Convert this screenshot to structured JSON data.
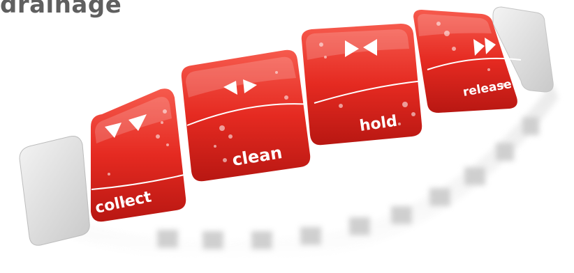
{
  "heading": "drainage",
  "tiles": [
    {
      "label": "collect",
      "icon": "double-down-arrow-icon"
    },
    {
      "label": "clean",
      "icon": "outward-arrows-icon"
    },
    {
      "label": "hold",
      "icon": "inward-arrows-icon"
    },
    {
      "label": "release",
      "icon": "fast-forward-icon"
    }
  ],
  "colors": {
    "heading": "#5f5f5f",
    "tile_red": "#e52a21",
    "tile_red_dark": "#b81712",
    "end_cap": "#d8d8d8"
  }
}
